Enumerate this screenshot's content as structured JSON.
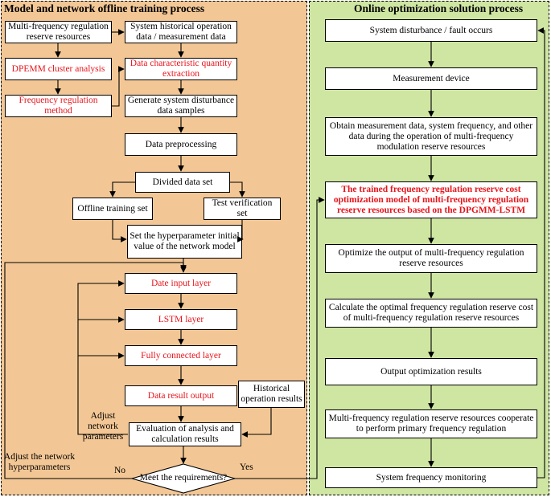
{
  "left_panel": {
    "title": "Model and network offline training process",
    "boxes": {
      "multi_freq_resources": "Multi-frequency regulation reserve resources",
      "system_historical_data": "System historical operation data / measurement data",
      "dpemm_cluster": "DPEMM cluster analysis",
      "data_characteristic": "Data characteristic quantity extraction",
      "freq_regulation_method": "Frequency regulation method",
      "generate_samples": "Generate system disturbance data samples",
      "data_preprocessing": "Data preprocessing",
      "divided_data_set": "Divided data set",
      "offline_training_set": "Offline training set",
      "test_verification_set": "Test verification set",
      "hyperparameter_init": "Set the hyperparameter initial value of the network model",
      "date_input_layer": "Date input layer",
      "lstm_layer": "LSTM layer",
      "fully_connected_layer": "Fully connected layer",
      "data_result_output": "Data result output",
      "historical_results": "Historical operation results",
      "evaluation": "Evaluation of analysis and calculation results",
      "meet_requirements": "Meet the requirements?"
    },
    "labels": {
      "adjust_network_params": "Adjust network parameters",
      "adjust_hyperparams": "Adjust the network hyperparameters",
      "no": "No",
      "yes": "Yes"
    }
  },
  "right_panel": {
    "title": "Online optimization solution process",
    "boxes": {
      "disturbance": "System disturbance / fault occurs",
      "measurement_device": "Measurement device",
      "obtain_data": "Obtain measurement data, system frequency, and other data during the operation of multi-frequency modulation reserve resources",
      "trained_model": "The trained frequency regulation reserve cost optimization model of multi-frequency regulation reserve resources based on the DPGMM-LSTM",
      "optimize_output": "Optimize the output of multi-frequency regulation reserve resources",
      "calculate_cost": "Calculate the optimal frequency regulation reserve cost of multi-frequency regulation reserve resources",
      "output_results": "Output optimization results",
      "cooperate": "Multi-frequency regulation reserve resources cooperate to perform primary frequency regulation",
      "monitoring": "System frequency monitoring"
    }
  }
}
